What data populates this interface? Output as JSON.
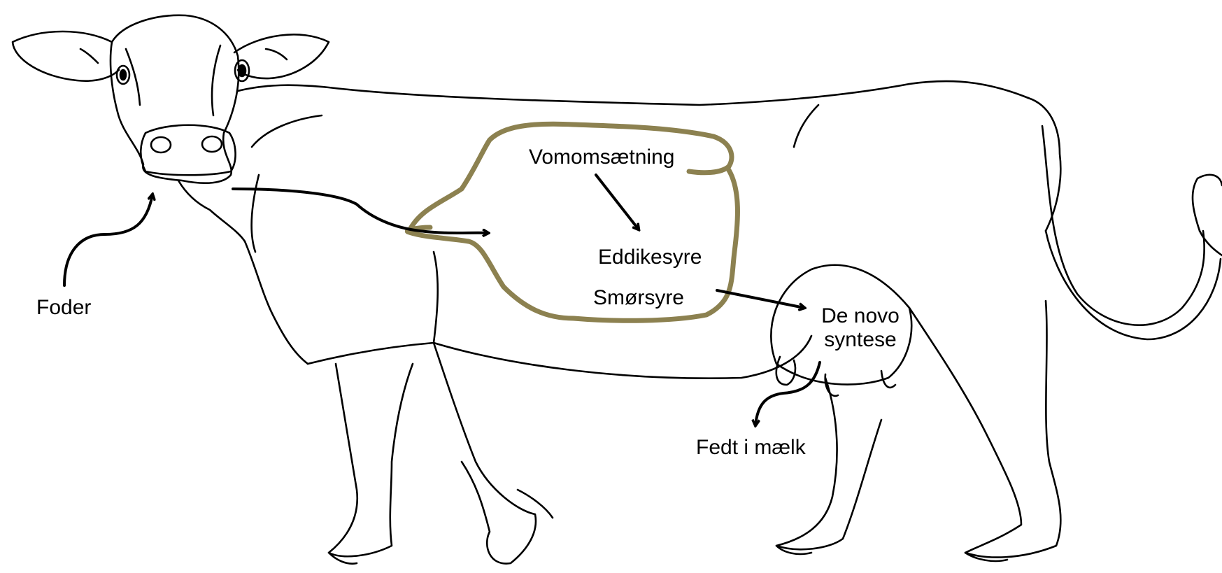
{
  "labels": {
    "foder": "Foder",
    "vomomsaetning": "Vomomsætning",
    "eddikesyre": "Eddikesyre",
    "smoersyre": "Smørsyre",
    "de_novo_line1": "De novo",
    "de_novo_line2": "syntese",
    "fedt_i_maelk": "Fedt i mælk"
  },
  "colors": {
    "outline": "#000000",
    "rumen": "#8c8150",
    "background": "#ffffff"
  }
}
